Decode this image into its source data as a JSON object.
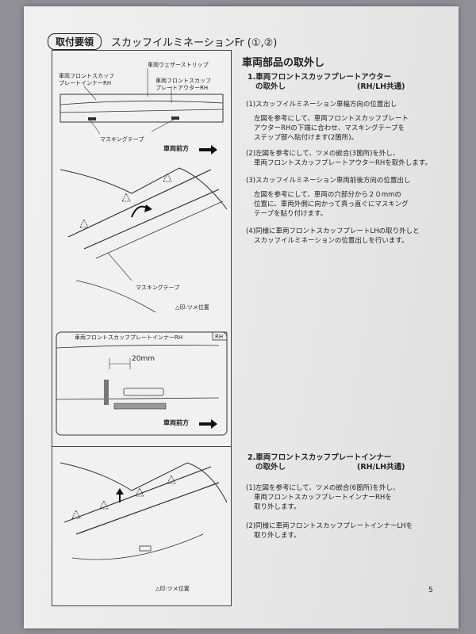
{
  "header": {
    "badge": "取付要領",
    "title": "スカッフイルミネーションFr (①,②)"
  },
  "figure1": {
    "label_weatherstrip": "車両ウェザーストリップ",
    "label_inner_rh": "車両フロントスカッフ\nプレートインナーRH",
    "label_outer_rh": "車両フロントスカッフ\nプレートアウターRH",
    "label_masking_tape_1": "マスキングテープ",
    "label_front_1": "車両前方",
    "label_masking_tape_2": "マスキングテープ",
    "label_claw_position": "△印:ツメ位置",
    "label_inner_rh_2": "車両フロントスカッフプレートインナーRH",
    "label_rh": "RH",
    "label_20mm": "20mm",
    "label_front_2": "車両前方"
  },
  "figure2": {
    "label_claw_position": "△印:ツメ位置"
  },
  "section": {
    "title": "車両部品の取外し"
  },
  "step1": {
    "title_line1": "1.車両フロントスカッフプレートアウター",
    "title_line2": "の取外し",
    "tag": "(RH/LH共通)",
    "item1_heading": "(1)スカッフイルミネーション車幅方向の位置出し",
    "item1_l1": "左図を参考にして、車両フロントスカッフプレート",
    "item1_l2": "アウターRHの下端に合わせ、マスキングテープを",
    "item1_l3": "ステップ部へ貼付けます(2箇所)。",
    "item2_l1": "(2)左図を参考にして、ツメの嵌合(3箇所)を外し、",
    "item2_l2": "車両フロントスカッフプレートアウターRHを取外します。",
    "item3_heading": "(3)スカッフイルミネーション車両前後方向の位置出し",
    "item3_l1": "左図を参考にして、車両の穴部分から２０mmの",
    "item3_l2": "位置に、車両外側に向かって真っ直ぐにマスキング",
    "item3_l3": "テープを貼り付けます。",
    "item4_l1": "(4)同様に車両フロントスカッフプレートLHの取り外しと",
    "item4_l2": "スカッフイルミネーションの位置出しを行います。"
  },
  "step2": {
    "title_line1": "2.車両フロントスカッフプレートインナー",
    "title_line2": "の取外し",
    "tag": "(RH/LH共通)",
    "item1_l1": "(1)左図を参考にして、ツメの嵌合(6箇所)を外し、",
    "item1_l2": "車両フロントスカッフプレートインナーRHを",
    "item1_l3": "取り外します。",
    "item2_l1": "(2)同様に車両フロントスカッフプレートインナーLHを",
    "item2_l2": "取り外します。"
  },
  "page_number": "5"
}
